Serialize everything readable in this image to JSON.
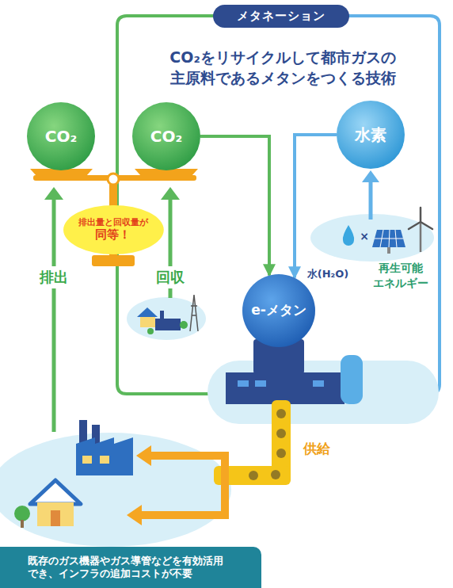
{
  "diagram": {
    "title": "メタネーション",
    "nodes": [
      {
        "text": [
          "CO₂"
        ]
      },
      {
        "text": [
          "CO₂"
        ]
      },
      {
        "text": [
          "水素"
        ]
      },
      {
        "text": [
          "排出量と回収量が",
          "同等！"
        ]
      },
      {
        "text": [
          "e-メタン"
        ]
      },
      {
        "text": [
          "既存のガス機器やガス導管などを有効活用 でき、インフラの追加コストが不要"
        ]
      }
    ],
    "edges": [
      {
        "from": 1,
        "to": 4,
        "arrow": "to"
      },
      {
        "from": 2,
        "to": 4,
        "arrow": "to"
      }
    ],
    "labels": [
      "CO₂をリサイクルして都市ガスの 主原料であるメタンをつくる技術",
      "排出",
      "回収",
      "水(H₂O)",
      "×",
      "再生可能 エネルギー",
      "供給"
    ]
  }
}
